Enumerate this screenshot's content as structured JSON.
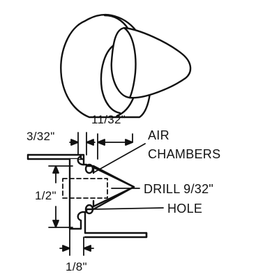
{
  "dimensions": {
    "width_overall": "11/32\"",
    "flange_thickness": "3/32\"",
    "height": "1/2\"",
    "gap": "1/8\""
  },
  "labels": {
    "air_chambers_line1": "AIR",
    "air_chambers_line2": "CHAMBERS",
    "drill_line1": "DRILL 9/32\"",
    "drill_line2": "HOLE"
  },
  "colors": {
    "stroke": "#111111",
    "background": "#ffffff"
  }
}
